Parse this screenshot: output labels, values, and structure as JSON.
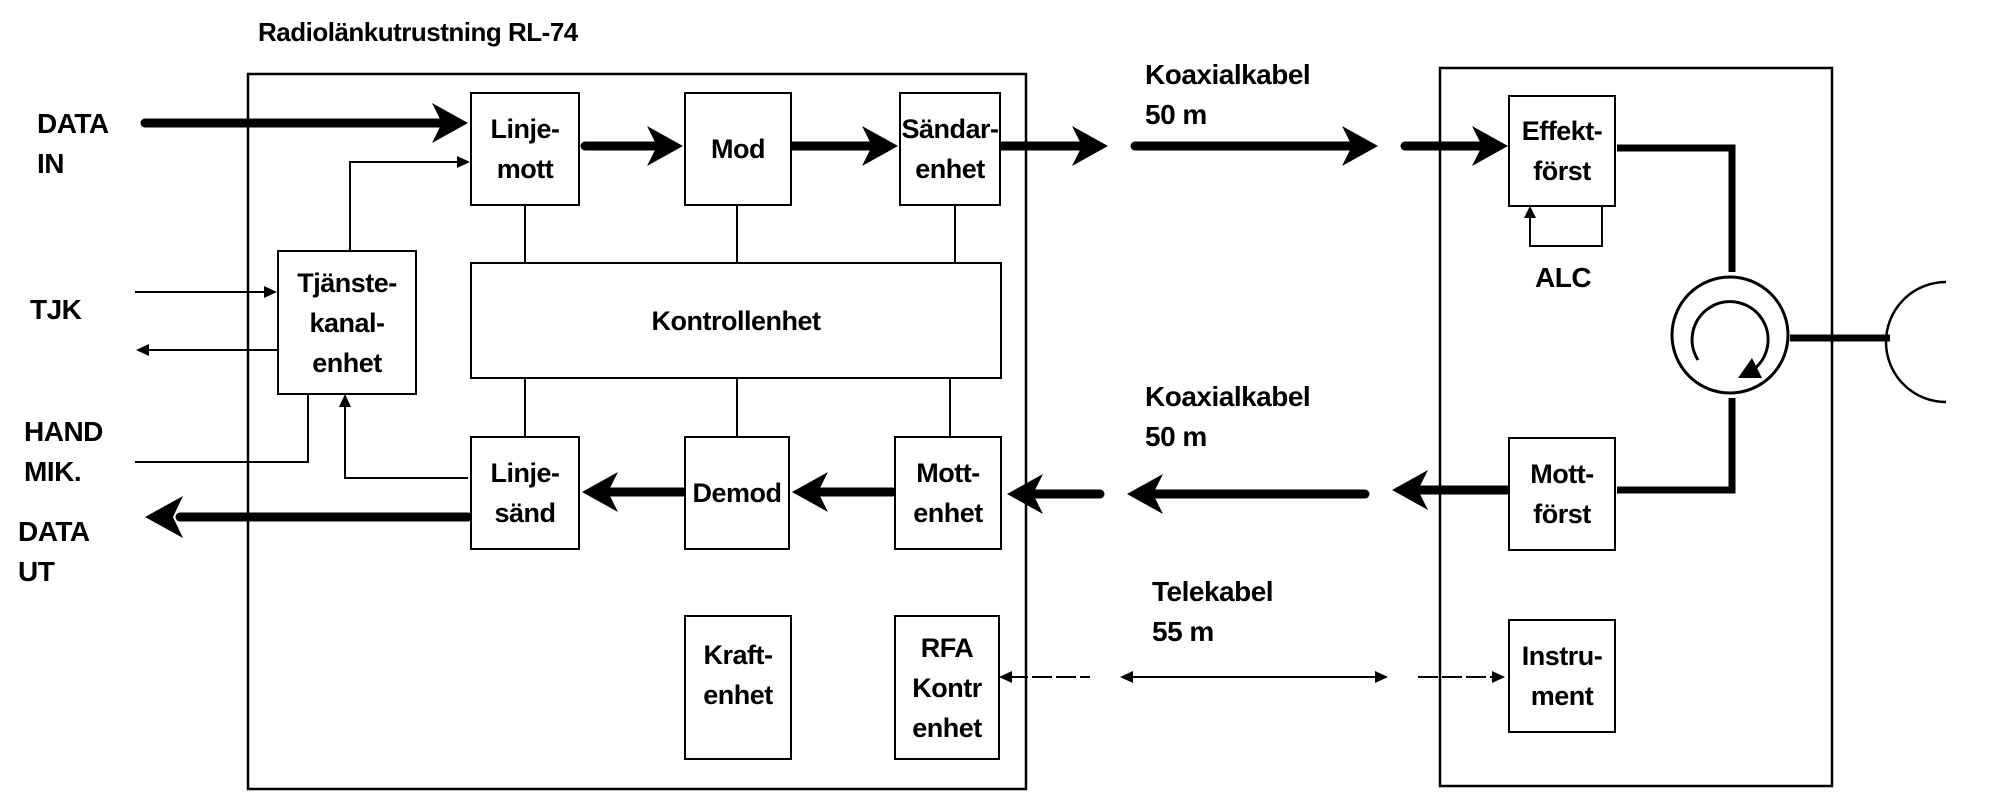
{
  "title": "Radiolänkutrustning RL-74",
  "left_labels": {
    "data_in": "DATA\nIN",
    "tjk": "TJK",
    "hand_mik": "HAND\nMIK.",
    "data_ut": "DATA\nUT"
  },
  "blocks": {
    "linjemott": "Linje-\nmott",
    "mod": "Mod",
    "sandarenhet": "Sändar-\nenhet",
    "tjanstekanalenhet": "Tjänste-\nkanal-\nenhet",
    "kontrollenhet": "Kontrollenhet",
    "linjesand": "Linje-\nsänd",
    "demod": "Demod",
    "mottenhet": "Mott-\nenhet",
    "kraftenhet": "Kraft-\nenhet",
    "rfa_kontr": "RFA\nKontr\nenhet",
    "effektforst": "Effekt-\nförst",
    "mottforst": "Mott-\nförst",
    "instrument": "Instru-\nment"
  },
  "cables": {
    "koax_top": "Koaxialkabel\n50 m",
    "koax_bottom": "Koaxialkabel\n50 m",
    "telekabel": "Telekabel\n55 m"
  },
  "alc": "ALC"
}
